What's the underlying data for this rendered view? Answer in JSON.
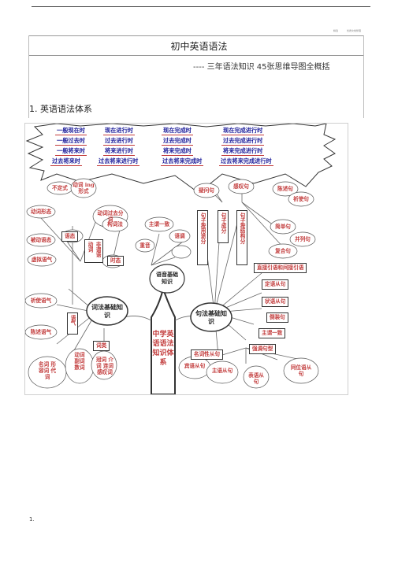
{
  "header": {
    "left_small": "精选",
    "right_small": "优质文档整理"
  },
  "title": "初中英语语法",
  "subtitle": "---- 三年语法知识 45张思维导图全概括",
  "section_heading": "1. 英语语法体系",
  "footer_number": "1.",
  "mindmap": {
    "tenses": [
      [
        "一般现在时",
        "现在进行时",
        "现在完成时",
        "现在完成进行时"
      ],
      [
        "一般过去时",
        "过去进行时",
        "过去完成时",
        "过去完成进行时"
      ],
      [
        "一般将来时",
        "将来进行时",
        "将来完成时",
        "将来完成进行时"
      ],
      [
        "过去将来时",
        "过去将来进行时",
        "过去将来完成时",
        "过去将来完成进行时"
      ]
    ],
    "left_nodes": {
      "infinitive": "不定式",
      "gerund": "动词 ing 形式",
      "verb_forms": "动词形态",
      "past_participle": "动词过去分词",
      "voice": "语态",
      "passive": "被动语态",
      "nonfinite": "非谓语动词",
      "tense": "时态",
      "subjunctive": "虚拟语气",
      "imperative": "祈使语气",
      "indicative": "陈述语气",
      "mood": "语气",
      "word_class": "词类",
      "nouns_group": "名词 形容词 代词",
      "verbs_group": "动词 副词 数词",
      "others_group": "冠词 介词 连词 感叹词"
    },
    "middle_nodes": {
      "word_formation": "构词法",
      "agreement": "主谓一致",
      "intonation": "语调",
      "stress": "重音",
      "pron_hub": "语音基础知识",
      "morph_hub": "词法基础知识",
      "center": "中学英语语法知识体系",
      "syntax_hub": "句法基础知识"
    },
    "right_nodes": {
      "interrogative": "疑问句",
      "exclamatory": "感叹句",
      "statement": "陈述句",
      "imperative_s": "祈使句",
      "by_use": "句子按用途分",
      "components": "句子成分",
      "by_structure": "句子按结构分",
      "simple": "简单句",
      "compound": "并列句",
      "complex": "复合句",
      "direct_indirect": "直接引语和间接引语",
      "attributive": "定语从句",
      "adverbial": "状语从句",
      "inversion": "倒装句",
      "agreement2": "主谓一致",
      "emphatic": "强调句型",
      "noun_clause": "名词性从句",
      "object_clause": "宾语从句",
      "subject_clause": "主语从句",
      "predicative_clause": "表语从句",
      "appositive_clause": "同位语从句"
    }
  }
}
